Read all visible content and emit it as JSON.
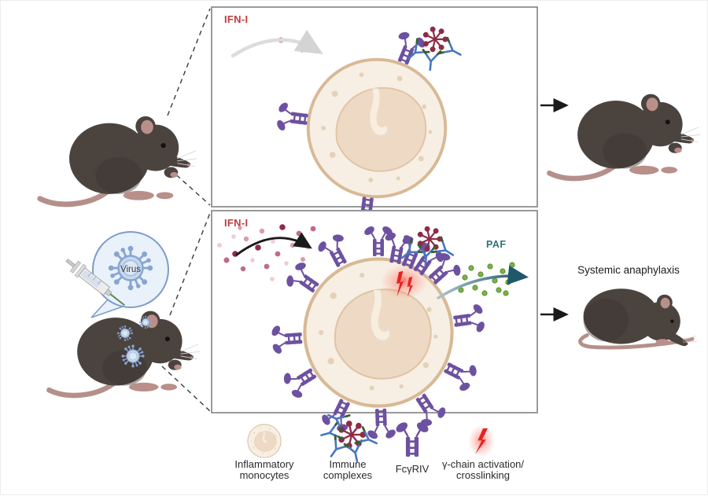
{
  "panels": {
    "top": {
      "ifn_label": "IFN-I"
    },
    "bottom": {
      "ifn_label": "IFN-I",
      "paf_label": "PAF"
    }
  },
  "annotations": {
    "virus_bubble": "Virus",
    "outcome": "Systemic anaphylaxis"
  },
  "legend": {
    "items": [
      {
        "name": "inflammatory-monocytes",
        "label_line1": "Inflammatory",
        "label_line2": "monocytes"
      },
      {
        "name": "immune-complexes",
        "label_line1": "Immune",
        "label_line2": "complexes"
      },
      {
        "name": "fcgriv-receptor",
        "label_line1": "FcγRIV",
        "label_line2": ""
      },
      {
        "name": "gamma-chain-activation",
        "label_line1": "γ-chain activation/",
        "label_line2": "crosslinking"
      }
    ]
  },
  "colors": {
    "ifn_label": "#bf3d3d",
    "paf_label": "#33707f",
    "receptor_purple": "#6d51a1",
    "antibody_blue": "#4577c2",
    "antigen_maroon": "#8e2b47",
    "paf_green": "#79b247",
    "lightning_red": "#e52320",
    "cell_fill": "#f7efe3",
    "cell_outline": "#d8b996",
    "nucleus_fill": "#eedac4",
    "mouse_body": "#4b433e",
    "mouse_pink": "#b98f89",
    "virus_blue": "#87a5d2",
    "panel_border": "#8f8f8f",
    "legend_text": "#2a2a2a"
  }
}
